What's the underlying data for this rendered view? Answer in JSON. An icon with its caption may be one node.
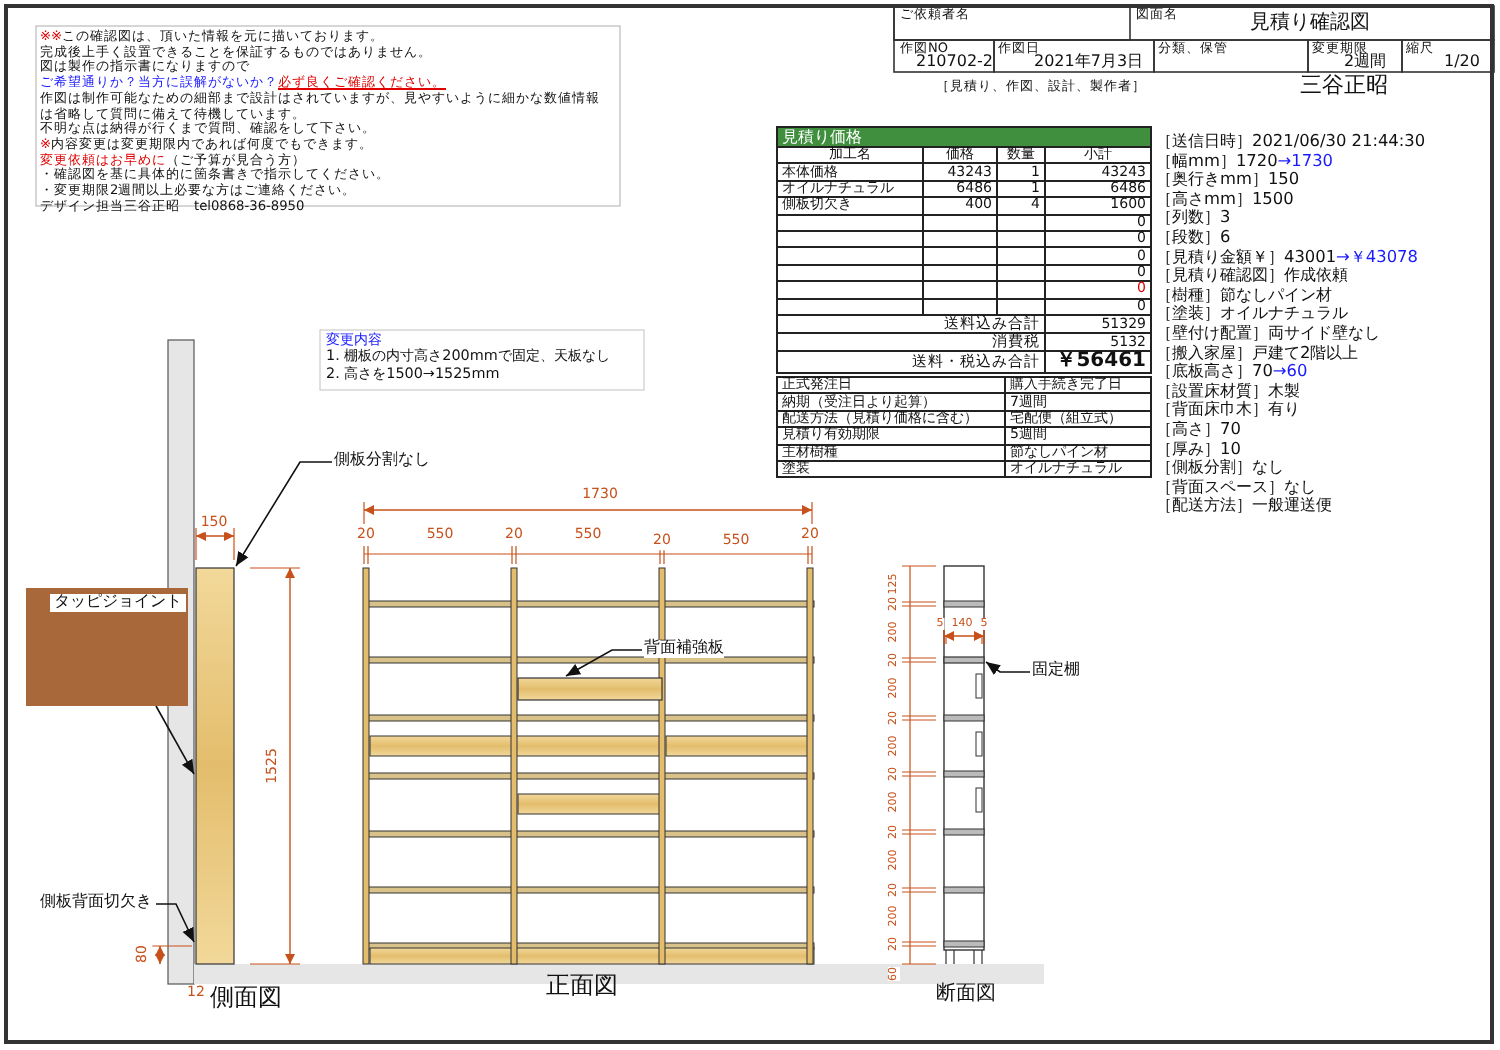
{
  "diagram": {
    "nodes": [
      {
        "text": [
          "側板分割なし"
        ]
      },
      {
        "text": [],
        "shape": "bar"
      },
      {
        "text": [
          "タッピジョイント"
        ]
      },
      {
        "text": [
          "側板背面切欠き"
        ]
      },
      {
        "text": [
          "背面補強板"
        ]
      },
      {
        "text": [],
        "shape": "bar"
      },
      {
        "text": [
          "固定棚"
        ]
      },
      {
        "text": [],
        "shape": "bar"
      }
    ],
    "edges": [
      {
        "from": 0,
        "to": 1,
        "arrow": "to"
      },
      {
        "from": 2,
        "to": 1,
        "arrow": "to"
      },
      {
        "from": 3,
        "to": 1,
        "arrow": "to"
      },
      {
        "from": 4,
        "to": 5,
        "arrow": "to"
      },
      {
        "from": 6,
        "to": 7,
        "arrow": "to"
      }
    ],
    "labels": [
      "※※",
      "この確認図は、頂いた情報を元に描いております。",
      "完成後上手く設置できることを保証するものではありません。",
      "図は製作の指示書になりますので",
      "ご希望通りか？当方に誤解がないか？",
      "必ず良くご確認ください。",
      "作図は制作可能なための細部まで設計はされていますが、見やすいように細かな数値情報は省略して質問に備えて待機しています。",
      "不明な点は納得が行くまで質問、確認をして下さい。",
      "※",
      "内容変更は変更期限内であれば何度でもできます。",
      "変更依頼はお早めに",
      "（ご予算が見合う方）",
      "・確認図を基に具体的に箇条書きで指示してください。",
      "・変更期限2週間以上必要な方はご連絡ください。",
      "デザイン担当三谷正昭　tel0868-36-8950",
      "ご依頼者名",
      "図面名",
      "見積り確認図",
      "作図NO",
      "210702-2",
      "作図日",
      "2021年7月3日",
      "分類、保管",
      "変更期限",
      "2週間",
      "縮尺",
      "1/20",
      "［見積り、作図、設計、製作者］",
      "三谷正昭",
      "見積り価格",
      "加工名",
      "価格",
      "数量",
      "小計",
      "本体価格",
      "43243",
      "1",
      "43243",
      "オイルナチュラル",
      "6486",
      "1",
      "6486",
      "側板切欠き",
      "400",
      "4",
      "1600",
      "0",
      "0",
      "0",
      "0",
      "0",
      "0",
      "送料込み合計",
      "51329",
      "消費税",
      "5132",
      "送料・税込み合計",
      "￥56461",
      "正式発注日",
      "購入手続き完了日",
      "納期（受注日より起算）",
      "7週間",
      "配送方法（見積り価格に含む）",
      "宅配便（組立式）",
      "見積り有効期限",
      "5週間",
      "主材樹種",
      "節なしパイン材",
      "塗装",
      "オイルナチュラル",
      "［送信日時］2021/06/30 21:44:30",
      "［幅mm］1720",
      "→1730",
      "［奥行きmm］150",
      "［高さmm］1500",
      "［列数］3",
      "［段数］6",
      "［見積り金額￥］43001",
      "→￥43078",
      "［見積り確認図］作成依頼",
      "［樹種］節なしパイン材",
      "［塗装］オイルナチュラル",
      "［壁付け配置］両サイド壁なし",
      "［搬入家屋］戸建て2階以上",
      "［底板高さ］70",
      "→60",
      "［設置床材質］木製",
      "［背面床巾木］有り",
      "［高さ］70",
      "［厚み］10",
      "［側板分割］なし",
      "［背面スペース］なし",
      "［配送方法］一般運送便",
      "変更内容",
      "1. 棚板の内寸高さ200mmで固定、天板なし",
      "2. 高さを1500→1525mm",
      "150",
      "1525",
      "80",
      "12",
      "1730",
      "20",
      "550",
      "20",
      "550",
      "20",
      "550",
      "20",
      "125",
      "20",
      "200",
      "20",
      "200",
      "20",
      "200",
      "20",
      "200",
      "20",
      "200",
      "20",
      "200",
      "20",
      "60",
      "5",
      "140",
      "5",
      "側面図",
      "正面図",
      "断面図"
    ]
  }
}
